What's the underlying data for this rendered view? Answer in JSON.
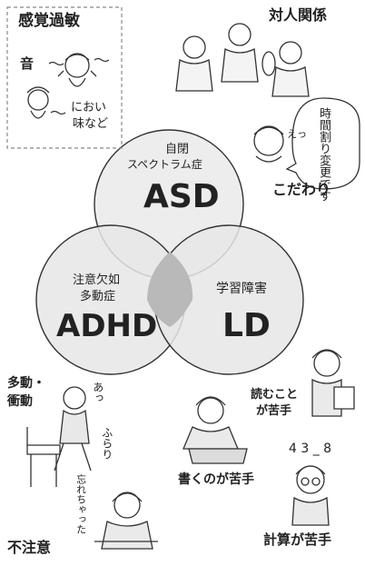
{
  "venn": {
    "asd": {
      "title_line1": "自閉",
      "title_line2": "スペクトラム症",
      "abbr": "ASD"
    },
    "adhd": {
      "title_line1": "注意欠如",
      "title_line2": "多動症",
      "abbr": "ADHD"
    },
    "ld": {
      "title": "学習障害",
      "abbr": "LD"
    }
  },
  "sensory": {
    "title": "感覚過敏",
    "sound": "音",
    "smell_line1": "におい",
    "smell_line2": "味など"
  },
  "social": {
    "title": "対人関係"
  },
  "schedule": {
    "speech": "時間割り変更です",
    "reaction": "えっ"
  },
  "obsession": {
    "title": "こだわり"
  },
  "hyper": {
    "title_line1": "多動・",
    "title_line2": "衝動",
    "sfx1": "あっ",
    "sfx2": "ふらり"
  },
  "inattention": {
    "speech": "忘れちゃった",
    "title": "不注意"
  },
  "reading": {
    "title_line1": "読むこと",
    "title_line2": "が苦手"
  },
  "writing": {
    "title": "書くのが苦手"
  },
  "math": {
    "numbers": "4 3 _ 8",
    "title": "計算が苦手"
  }
}
